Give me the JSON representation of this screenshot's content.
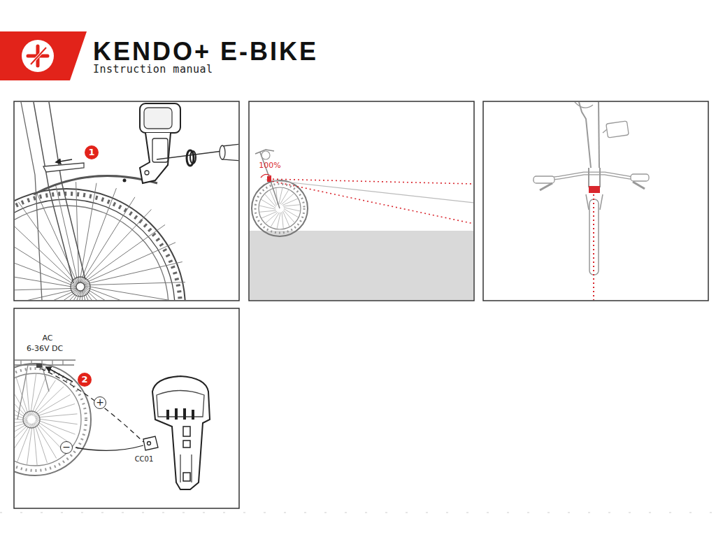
{
  "diagram": {
    "title": "KENDO+ E-BIKE",
    "labels": [
      "Instruction manual",
      "1",
      "100%",
      "2",
      "AC",
      "6-36V DC",
      "+",
      "−",
      "CC01"
    ]
  }
}
